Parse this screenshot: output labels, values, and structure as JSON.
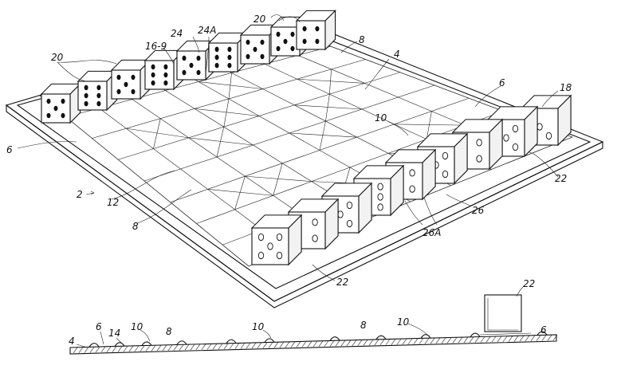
{
  "figure": {
    "type": "patent line drawing",
    "description_refs": {
      "board": "2",
      "board_edge": "4",
      "rim": "6",
      "grid_lines": "8",
      "cell_marks": "10",
      "square": "12",
      "edge_layer": "14",
      "dark_dice": "20",
      "light_dice": "22",
      "highlight_die": "24",
      "highlight_pip": "24A",
      "lettered_die": "26",
      "lettered_pip": "26A",
      "corner_die": "18",
      "partial_label": "16-9"
    },
    "labels": {
      "l20_top": "20",
      "l24": "24",
      "l24a": "24A",
      "l169": "16-9",
      "l20_left": "20",
      "l8_top": "8",
      "l4_top": "4",
      "l6_right": "6",
      "l18": "18",
      "l10_mid": "10",
      "l6_left": "6",
      "l2": "2",
      "l12": "12",
      "l8_bottom": "8",
      "l22_right": "22",
      "l26": "26",
      "l26a": "26A",
      "l22_bottom": "22",
      "s22": "22",
      "s4": "4",
      "s6a": "6",
      "s14": "14",
      "s10a": "10",
      "s8": "8",
      "s10b": "10",
      "s8b": "8",
      "s10c": "10",
      "s6b": "6"
    }
  }
}
